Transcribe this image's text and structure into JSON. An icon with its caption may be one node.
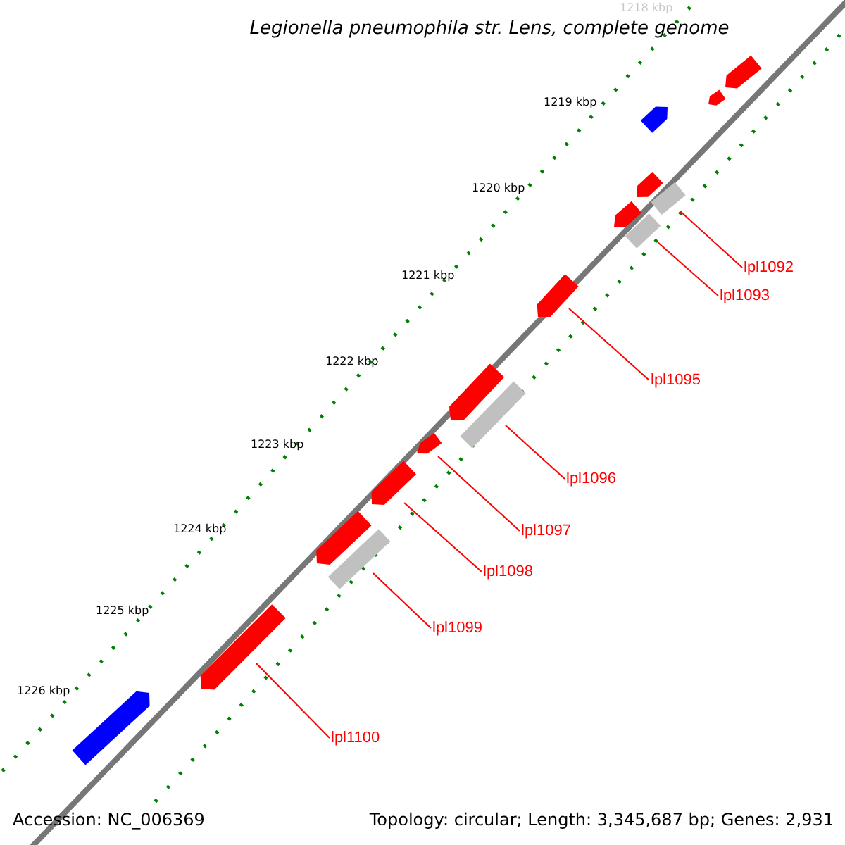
{
  "diagram": {
    "title": "Legionella pneumophila str. Lens, complete genome",
    "nodes": [
      {
        "text": [
          "lpl1092"
        ]
      },
      {
        "text": [],
        "shape": "bar"
      },
      {
        "text": [
          "lpl1093"
        ]
      },
      {
        "text": [],
        "shape": "bar"
      },
      {
        "text": [
          "lpl1095"
        ]
      },
      {
        "text": [],
        "shape": "arrow"
      },
      {
        "text": [
          "lpl1096"
        ]
      },
      {
        "text": [],
        "shape": "bar"
      },
      {
        "text": [
          "lpl1097"
        ]
      },
      {
        "text": [],
        "shape": "arrow"
      },
      {
        "text": [
          "lpl1098"
        ]
      },
      {
        "text": [],
        "shape": "arrow"
      },
      {
        "text": [
          "lpl1099"
        ]
      },
      {
        "text": [],
        "shape": "bar"
      },
      {
        "text": [
          "lpl1100"
        ]
      },
      {
        "text": [],
        "shape": "arrow"
      }
    ],
    "edges": [
      {
        "from": 0,
        "to": 1,
        "arrow": "none"
      },
      {
        "from": 2,
        "to": 3,
        "arrow": "none"
      },
      {
        "from": 4,
        "to": 5,
        "arrow": "none"
      },
      {
        "from": 6,
        "to": 7,
        "arrow": "none"
      },
      {
        "from": 8,
        "to": 9,
        "arrow": "none"
      },
      {
        "from": 10,
        "to": 11,
        "arrow": "none"
      },
      {
        "from": 12,
        "to": 13,
        "arrow": "none"
      },
      {
        "from": 14,
        "to": 15,
        "arrow": "none"
      }
    ],
    "labels": [
      "1218 kbp",
      "1219 kbp",
      "1220 kbp",
      "1221 kbp",
      "1222 kbp",
      "1223 kbp",
      "1224 kbp",
      "1225 kbp",
      "1226 kbp",
      "Accession: NC_006369",
      "Topology: circular; Length: 3,345,687 bp; Genes: 2,931"
    ]
  }
}
